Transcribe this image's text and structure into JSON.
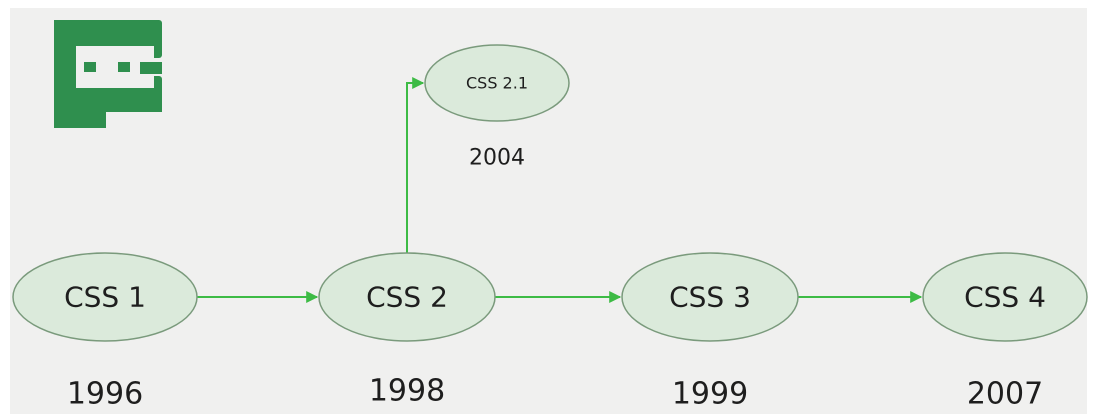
{
  "colors": {
    "background": "#f0f0ef",
    "node_fill": "#dbeadb",
    "node_stroke": "#7a9a7c",
    "arrow": "#3dbb45",
    "logo": "#2f8f4e",
    "text": "#1e1e1e"
  },
  "logo": {
    "icon": "brand-logo-icon"
  },
  "nodes": [
    {
      "id": "css1",
      "label": "CSS 1",
      "year": "1996"
    },
    {
      "id": "css2",
      "label": "CSS 2",
      "year": "1998"
    },
    {
      "id": "css21",
      "label": "CSS 2.1",
      "year": "2004"
    },
    {
      "id": "css3",
      "label": "CSS 3",
      "year": "1999"
    },
    {
      "id": "css4",
      "label": "CSS 4",
      "year": "2007"
    }
  ],
  "edges": [
    {
      "from": "css1",
      "to": "css2"
    },
    {
      "from": "css2",
      "to": "css3"
    },
    {
      "from": "css3",
      "to": "css4"
    },
    {
      "from": "css2",
      "to": "css21"
    }
  ]
}
